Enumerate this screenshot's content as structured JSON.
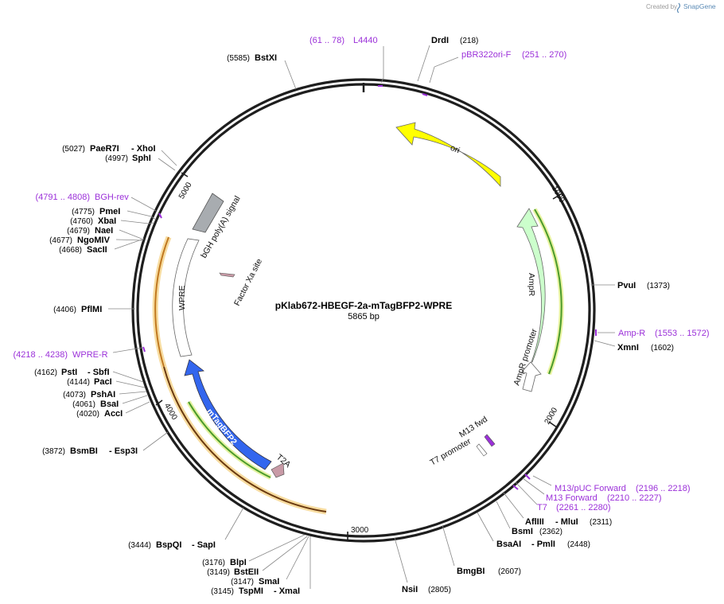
{
  "credit": {
    "created_by": "Created by",
    "brand": "SnapGene"
  },
  "plasmid": {
    "name": "pKlab672-HBEGF-2a-mTagBFP2-WPRE",
    "length": "5865 bp"
  },
  "ticks": {
    "t1000": "1000",
    "t2000": "2000",
    "t3000": "3000",
    "t4000": "4000",
    "t5000": "5000"
  },
  "features": {
    "ori": "ori",
    "ampr": "AmpR",
    "ampr_promoter": "AmpR promoter",
    "m13_fwd": "M13 fwd",
    "t7_promoter": "T7 promoter",
    "t2a": "T2A",
    "mtagbfp2": "mTagBFP2",
    "wpre": "WPRE",
    "bgh": "bGH poly(A) signal",
    "factor_xa": "Factor Xa site"
  },
  "enzymes": {
    "drdi": {
      "name": "DrdI",
      "pos": "(218)"
    },
    "bstxi": {
      "name": "BstXI",
      "pos": "(5585)"
    },
    "paer7i": {
      "pos": "(5027)",
      "name": "PaeR7I",
      "extra": "- XhoI"
    },
    "sphi": {
      "pos": "(4997)",
      "name": "SphI"
    },
    "pmei": {
      "pos": "(4775)",
      "name": "PmeI"
    },
    "xbai": {
      "pos": "(4760)",
      "name": "XbaI"
    },
    "naei": {
      "pos": "(4679)",
      "name": "NaeI"
    },
    "ngomiv": {
      "pos": "(4677)",
      "name": "NgoMIV"
    },
    "sacii": {
      "pos": "(4668)",
      "name": "SacII"
    },
    "pflmi": {
      "pos": "(4406)",
      "name": "PflMI"
    },
    "psti": {
      "pos": "(4162)",
      "name": "PstI",
      "extra": "- SbfI"
    },
    "paci": {
      "pos": "(4144)",
      "name": "PacI"
    },
    "pshai": {
      "pos": "(4073)",
      "name": "PshAI"
    },
    "bsai": {
      "pos": "(4061)",
      "name": "BsaI"
    },
    "acci": {
      "pos": "(4020)",
      "name": "AccI"
    },
    "bsmbi": {
      "pos": "(3872)",
      "name": "BsmBI",
      "extra": "- Esp3I"
    },
    "bspqi": {
      "pos": "(3444)",
      "name": "BspQI",
      "extra": "- SapI"
    },
    "blpi": {
      "pos": "(3176)",
      "name": "BlpI"
    },
    "bsteii": {
      "pos": "(3149)",
      "name": "BstEII"
    },
    "smai": {
      "pos": "(3147)",
      "name": "SmaI"
    },
    "tspmi": {
      "pos": "(3145)",
      "name": "TspMI",
      "extra": "- XmaI"
    },
    "nsii": {
      "name": "NsiI",
      "pos": "(2805)"
    },
    "bmgbi": {
      "name": "BmgBI",
      "pos": "(2607)"
    },
    "bsaai": {
      "name": "BsaAI",
      "extra": "- PmlI",
      "pos": "(2448)"
    },
    "bsmi": {
      "name": "BsmI",
      "pos": "(2362)"
    },
    "afliii": {
      "name": "AflIII",
      "extra": "- MluI",
      "pos": "(2311)"
    },
    "pvui": {
      "name": "PvuI",
      "pos": "(1373)"
    },
    "xmni": {
      "name": "XmnI",
      "pos": "(1602)"
    }
  },
  "primers": {
    "l4440": {
      "pos": "(61 .. 78)",
      "name": "L4440"
    },
    "pbr322": {
      "name": "pBR322ori-F",
      "pos": "(251 .. 270)"
    },
    "bghrev": {
      "pos": "(4791 .. 4808)",
      "name": "BGH-rev"
    },
    "wprer": {
      "pos": "(4218 .. 4238)",
      "name": "WPRE-R"
    },
    "ampr": {
      "name": "Amp-R",
      "pos": "(1553 .. 1572)"
    },
    "m13puc": {
      "name": "M13/pUC Forward",
      "pos": "(2196 .. 2218)"
    },
    "m13f": {
      "name": "M13 Forward",
      "pos": "(2210 .. 2227)"
    },
    "t7": {
      "name": "T7",
      "pos": "(2261 .. 2280)"
    }
  },
  "colors": {
    "backbone": "#1e1e1e",
    "ori": "#ffff00",
    "ampr": "#ccffcc",
    "mtagbfp2": "#3366ee",
    "t2a": "#c89aa6",
    "bgh": "#a8acb0",
    "primer": "#9b30d9",
    "orf_orange": "#f2a540",
    "orf_green": "#4a9a2a"
  }
}
